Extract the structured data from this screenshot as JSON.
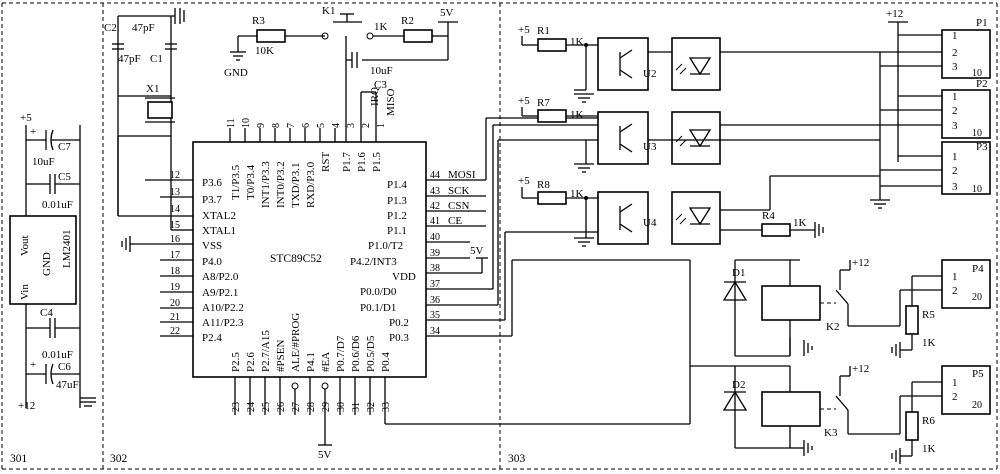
{
  "sections": [
    "301",
    "302",
    "303"
  ],
  "regulator": {
    "part": "LM2401",
    "pin_vin": "Vin",
    "pin_vout": "Vout",
    "pin_gnd": "GND",
    "c7": "C7",
    "c7_value": "10uF",
    "c5": "C5",
    "c5_value": "0.01uF",
    "c4": "C4",
    "c4_value": "0.01uF",
    "c6": "C6",
    "c6_value": "47uF",
    "vin_rail": "+12",
    "vout_rail": "+5",
    "plus": "+"
  },
  "mcu": {
    "part": "STC89C52",
    "top_pins": [
      "11",
      "10",
      "9",
      "8",
      "7",
      "6",
      "5",
      "4",
      "3",
      "2",
      "1"
    ],
    "top_labels": [
      "T1/P3.5",
      "T0/P3.4",
      "INT1/P3.3",
      "INT0/P3.2",
      "TXD/P3.1",
      "RXD/P3.0",
      "RST",
      "P1.7",
      "P1.6",
      "P1.5"
    ],
    "top_above": [
      "IRQ",
      "MISO"
    ],
    "left_pins": [
      "12",
      "13",
      "14",
      "15",
      "16",
      "17",
      "18",
      "19",
      "20",
      "21",
      "22"
    ],
    "left_labels": [
      "P3.6",
      "P3.7",
      "XTAL2",
      "XTAL1",
      "VSS",
      "P4.0",
      "A8/P2.0",
      "A9/P2.1",
      "A10/P2.2",
      "A11/P2.3",
      "P2.4"
    ],
    "right_pins": [
      "44",
      "43",
      "42",
      "41",
      "40",
      "39",
      "38",
      "37",
      "36",
      "35",
      "34"
    ],
    "right_labels": [
      "P1.4",
      "P1.3",
      "P1.2",
      "P1.1",
      "P1.0/T2",
      "P4.2/INT3",
      "VDD",
      "P0.0/D0",
      "P0.1/D1",
      "P0.2",
      "P0.3"
    ],
    "right_ext": [
      "MOSI",
      "SCK",
      "CSN",
      "CE"
    ],
    "bottom_pins": [
      "23",
      "24",
      "25",
      "26",
      "27",
      "28",
      "29",
      "30",
      "31",
      "32",
      "33"
    ],
    "bottom_labels": [
      "P2.5",
      "P2.6",
      "P2.7/A15",
      "#PSEN",
      "ALE/#PROG",
      "P4.1",
      "#EA",
      "P0.7/D7",
      "P0.6/D6",
      "P0.5/D5",
      "P0.4"
    ],
    "vdd_rail": "5V",
    "ea_rail": "5V"
  },
  "clock": {
    "x1": "X1",
    "c1": "C1",
    "c2": "C2",
    "c1_value": "47pF",
    "c2_value": "47pF"
  },
  "reset": {
    "r3": "R3",
    "r3_value": "10K",
    "k1": "K1",
    "r2": "R2",
    "r2_value": "1K",
    "c3": "C3",
    "c3_value": "10uF",
    "rail": "5V",
    "gnd": "GND"
  },
  "outputs": {
    "rail_5v": "+5",
    "rail_12v": "+12",
    "r1": "R1",
    "r7": "R7",
    "r8": "R8",
    "r_value": "1K",
    "u2": "U2",
    "u3": "U3",
    "u4": "U4",
    "r4": "R4",
    "r4_value": "1K",
    "p1": "P1",
    "p2": "P2",
    "p3": "P3",
    "p4": "P4",
    "p5": "P5",
    "pin1": "1",
    "pin2": "2",
    "pin3": "3",
    "pin10": "10",
    "pin20": "20",
    "d1": "D1",
    "d2": "D2",
    "k2": "K2",
    "k3": "K3",
    "r5": "R5",
    "r6": "R6",
    "r5_value": "1K",
    "r6_value": "1K"
  }
}
